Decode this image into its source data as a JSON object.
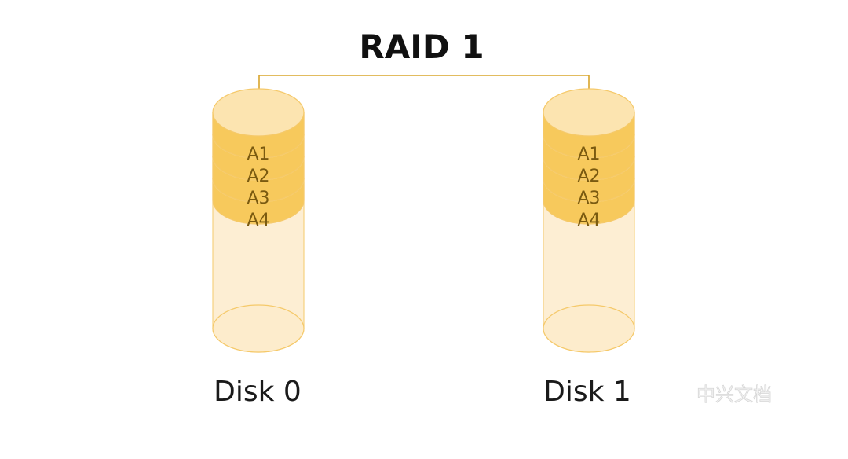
{
  "title": "RAID 1",
  "disks": [
    {
      "label": "Disk 0",
      "blocks": [
        "A1",
        "A2",
        "A3",
        "A4"
      ]
    },
    {
      "label": "Disk 1",
      "blocks": [
        "A1",
        "A2",
        "A3",
        "A4"
      ]
    }
  ],
  "watermark": "中兴文档",
  "colors": {
    "connector": "#d9a52b",
    "block_fill": "#f7c95c",
    "block_top": "#fbdc8e",
    "cylinder_body": "#fdeccc",
    "cylinder_top": "#fce4b0",
    "outline": "#f5c96a"
  }
}
